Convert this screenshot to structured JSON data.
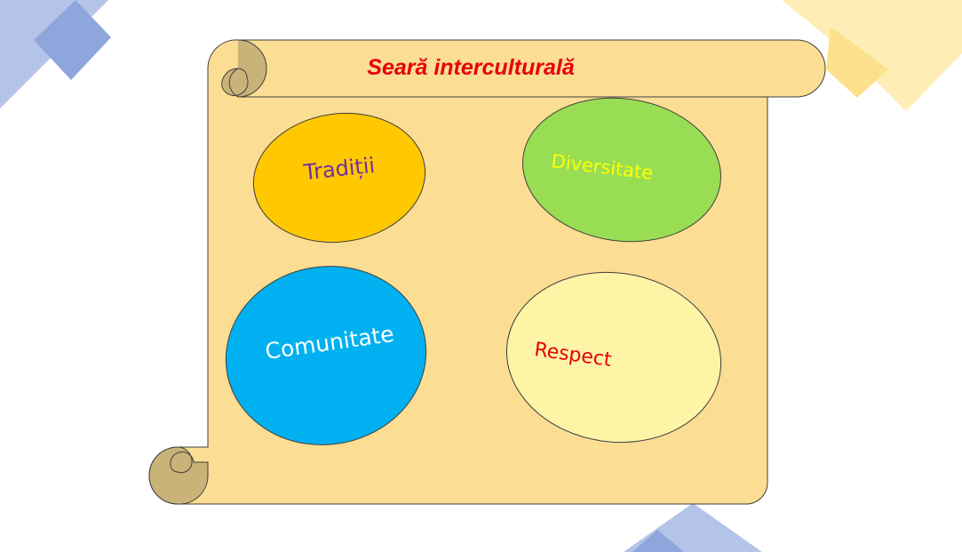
{
  "title": "Seară interculturală",
  "nodes": [
    {
      "label": "Tradiții"
    },
    {
      "label": "Diversitate"
    },
    {
      "label": "Comunitate"
    },
    {
      "label": "Respect"
    }
  ],
  "colors": {
    "scroll_fill": "#fbdd93",
    "scroll_curl": "#c9b378",
    "title_text": "#e8000b",
    "traditii_fill": "#ffc800",
    "traditii_text": "#7030a0",
    "diversitate_fill": "#99dd55",
    "diversitate_text": "#ffff00",
    "comunitate_fill": "#00b0f0",
    "comunitate_text": "#ffffff",
    "respect_fill": "#fdf4a6",
    "respect_text": "#e8000b",
    "deco_blue_light": "#b4c4e8",
    "deco_blue_dark": "#8ea6dc",
    "deco_yellow_light": "#feeeb6",
    "deco_yellow_dark": "#fde08b"
  }
}
